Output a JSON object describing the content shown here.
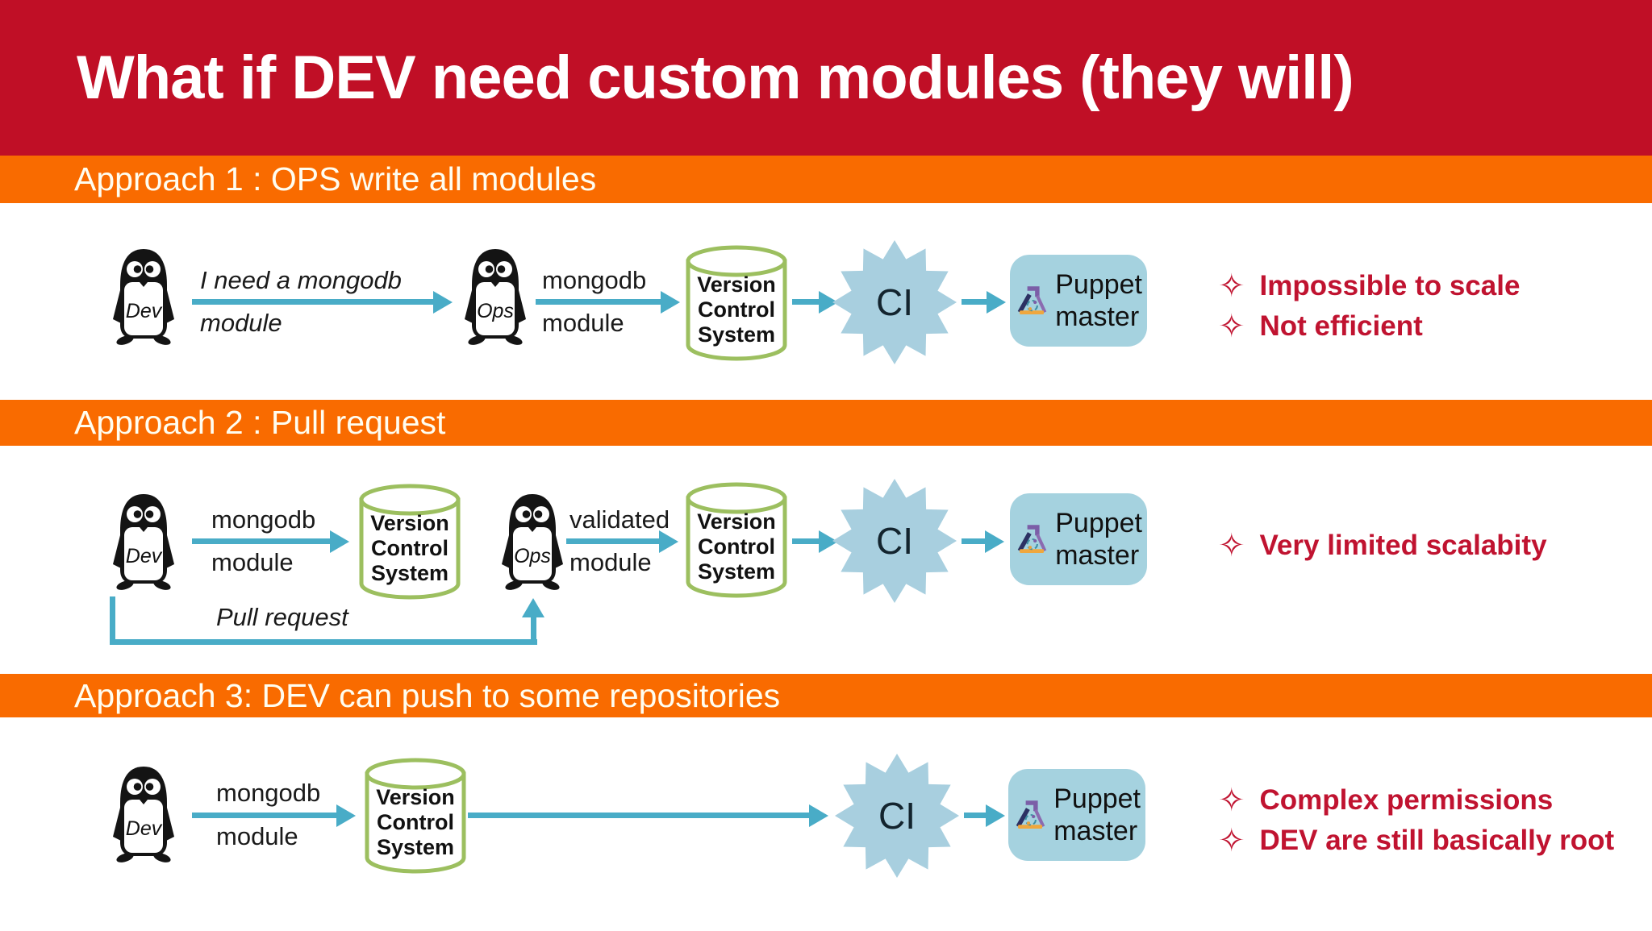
{
  "slide_title": "What if DEV need custom modules (they will)",
  "shared": {
    "dev_label": "Dev",
    "ops_label": "Ops",
    "vcs": {
      "line1": "Version",
      "line2": "Control",
      "line3": "System"
    },
    "ci_label": "CI",
    "puppet": {
      "line1": "Puppet",
      "line2": "master"
    },
    "bullet_char": "✧"
  },
  "approach1": {
    "banner": "Approach 1 : OPS write all modules",
    "request_line1": "I need a mongodb",
    "request_line2": "module",
    "module_line1": "mongodb",
    "module_line2": "module",
    "notes": [
      "Impossible to scale",
      "Not efficient"
    ]
  },
  "approach2": {
    "banner": "Approach 2 : Pull request",
    "module_line1": "mongodb",
    "module_line2": "module",
    "validated_line1": "validated",
    "validated_line2": "module",
    "pull_request_label": "Pull request",
    "notes": [
      "Very limited scalabity"
    ]
  },
  "approach3": {
    "banner": "Approach 3: DEV can push to some repositories",
    "module_line1": "mongodb",
    "module_line2": "module",
    "notes": [
      "Complex permissions",
      "DEV are still basically root"
    ]
  },
  "colors": {
    "header_red": "#C00F26",
    "band_orange": "#F96B00",
    "arrow_teal": "#49ACC7",
    "vcs_green": "#9CBF5F",
    "ci_blue": "#A8CFDF",
    "puppet_blue": "#A5D2DF",
    "note_red": "#C01330",
    "penguin_black": "#141414"
  }
}
